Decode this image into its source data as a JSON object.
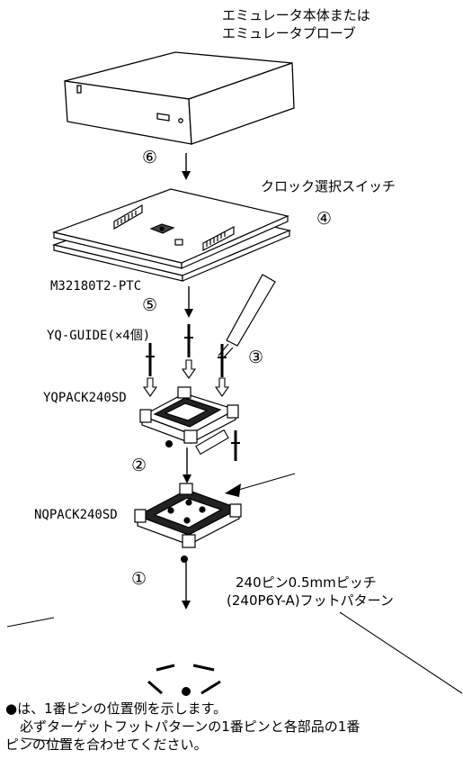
{
  "labels": {
    "emulator_line1": "エミュレータ本体または",
    "emulator_line2": "エミュレータプローブ",
    "clock_switch": "クロック選択スイッチ",
    "board": "M32180T2-PTC",
    "guide": "YQ-GUIDE(×4個)",
    "yqpack": "YQPACK240SD",
    "nqpack": "NQPACK240SD",
    "footprint_line1": "240ピン0.5mmピッチ",
    "footprint_line2": "(240P6Y-A)フットパターン"
  },
  "step_numbers": {
    "s1": "①",
    "s2": "②",
    "s3": "③",
    "s4": "④",
    "s5": "⑤",
    "s6": "⑥"
  },
  "note": {
    "line1": "●は、1番ピンの位置例を示します。",
    "line2": "必ずターゲットフットパターンの1番ピンと各部品の1番",
    "line3": "ピンの位置を合わせてください。"
  }
}
